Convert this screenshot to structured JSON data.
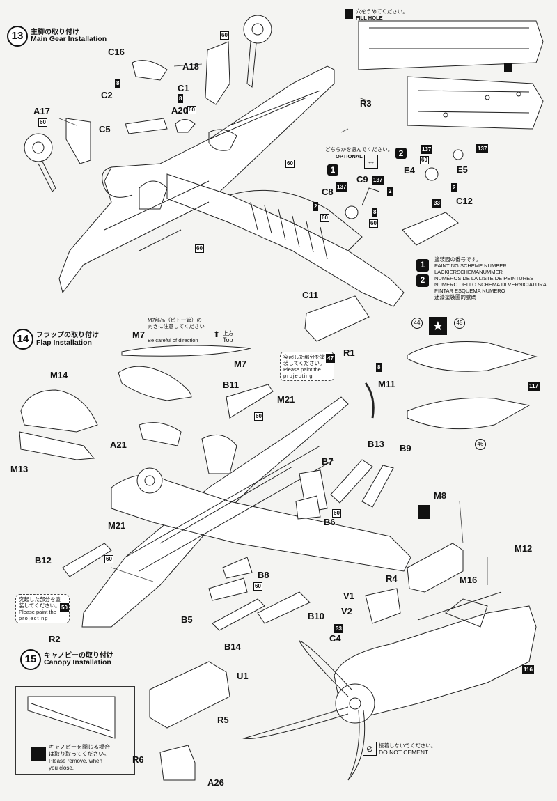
{
  "steps": {
    "s13": {
      "num": "13",
      "jp": "主脚の取り付け",
      "en": "Main Gear Installation"
    },
    "s14": {
      "num": "14",
      "jp": "フラップの取り付け",
      "en": "Flap Installation"
    },
    "s15": {
      "num": "15",
      "jp": "キャノピーの取り付け",
      "en": "Canopy Installation"
    }
  },
  "fill_hole": {
    "jp": "穴をうめてください。",
    "en": "FILL HOLE"
  },
  "optional": {
    "jp": "どちらかを選んでください。",
    "en": "OPTIONAL",
    "opt1": "1",
    "opt2": "2"
  },
  "painting_scheme": {
    "jp": "塗装図の番号です。",
    "lines": [
      "PAINTING SCHEME NUMBER",
      "LACKIERSCHEMANUMMER",
      "NUMÉROS DE LA LISTE DE PEINTURES",
      "NUMERO DELLO SCHEMA DI VERNICIATURA",
      "PINTAR ESQUEMA NUMERO",
      "迷漆塗裝圖的號碼"
    ]
  },
  "m7_note": {
    "jp1": "M7部品（ピトー管）の",
    "jp2": "向きに注意してください",
    "en": "Be careful of direction",
    "top_jp": "上方",
    "top_en": "Top"
  },
  "callout47": {
    "jp1": "突起した部分を塗",
    "jp2": "装してください。",
    "en1": "Please paint the",
    "en2": "projecting",
    "num": "47"
  },
  "callout50": {
    "jp1": "突起した部分を塗",
    "jp2": "装してください。",
    "en1": "Please paint the",
    "en2": "projecting",
    "num": "50"
  },
  "canopy_note": {
    "jp1": "キャノピーを閉じる場合",
    "jp2": "は取り取ってください。",
    "en1": "Please remove, when",
    "en2": "you close."
  },
  "do_not_cement": {
    "jp": "接着しないでください。",
    "en": "DO NOT CEMENT"
  },
  "parts": {
    "C16": "C16",
    "C2": "C2",
    "C1": "C1",
    "A20": "A20",
    "C5": "C5",
    "A17": "A17",
    "A18": "A18",
    "R3": "R3",
    "C8": "C8",
    "C9": "C9",
    "E4": "E4",
    "E5": "E5",
    "C12": "C12",
    "C11": "C11",
    "M7a": "M7",
    "M7b": "M7",
    "R1": "R1",
    "M11": "M11",
    "M14": "M14",
    "M13": "M13",
    "B11": "B11",
    "M21a": "M21",
    "M21b": "M21",
    "A21": "A21",
    "B13": "B13",
    "B9": "B9",
    "B7": "B7",
    "B6": "B6",
    "B12": "B12",
    "B8": "B8",
    "B5": "B5",
    "B10": "B10",
    "B14": "B14",
    "R2": "R2",
    "M8": "M8",
    "M12": "M12",
    "R4": "R4",
    "M16": "M16",
    "V1": "V1",
    "V2": "V2",
    "C4": "C4",
    "U1": "U1",
    "R5": "R5",
    "R6": "R6",
    "A26": "A26"
  },
  "colors": {
    "n60": "60",
    "n8": "8",
    "n2": "2",
    "n137": "137",
    "n33": "33",
    "n116": "116",
    "n117": "117",
    "n44": "44",
    "n45": "45",
    "n46": "46",
    "n47": "47",
    "n50": "50"
  }
}
